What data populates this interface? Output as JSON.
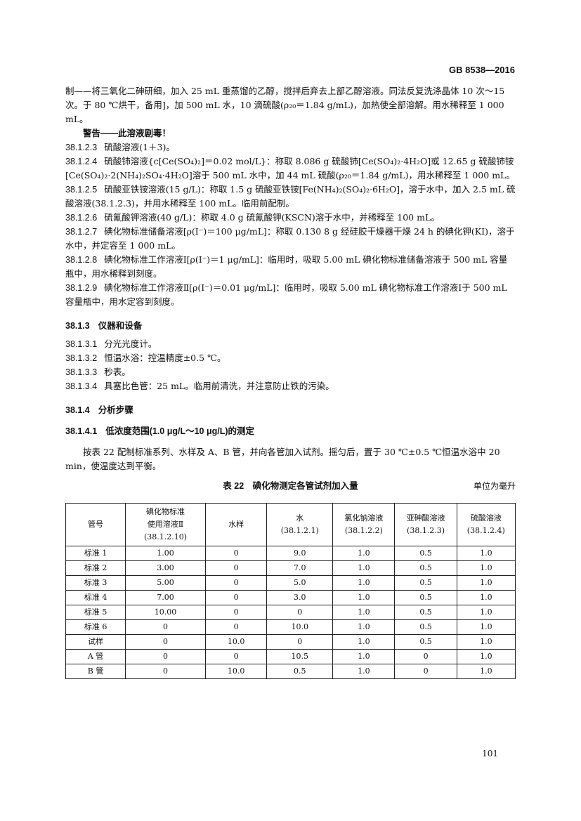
{
  "header": {
    "code": "GB 8538—2016"
  },
  "body": {
    "para_cont": "制——将三氧化二砷研细，加入 25 mL 重蒸馏的乙醇，搅拌后弃去上部乙醇溶液。同法反复洗涤晶体 10 次～15 次。于 80 ℃烘干，备用]，加 500 mL 水，10 滴硫酸(ρ₂₀＝1.84 g/mL)，加热使全部溶解。用水稀释至 1 000 mL。",
    "warning": "警告——此溶液剧毒！",
    "reagents": [
      {
        "num": "38.1.2.3",
        "text": "硫酸溶液(1＋3)。"
      },
      {
        "num": "38.1.2.4",
        "text": "硫酸铈溶液{c[Ce(SO₄)₂]＝0.02 mol/L}：称取 8.086 g 硫酸铈[Ce(SO₄)₂·4H₂O]或 12.65 g 硫酸铈铵[Ce(SO₄)₂·2(NH₄)₂SO₄·4H₂O]溶于 500 mL 水中，加 44 mL 硫酸(ρ₂₀＝1.84 g/mL)，用水稀释至 1 000 mL。"
      },
      {
        "num": "38.1.2.5",
        "text": "硫酸亚铁铵溶液(15 g/L)：称取 1.5 g 硫酸亚铁铵[Fe(NH₄)₂(SO₄)₂·6H₂O]，溶于水中，加入 2.5 mL 硫酸溶液(38.1.2.3)，并用水稀释至 100 mL。临用前配制。"
      },
      {
        "num": "38.1.2.6",
        "text": "硫氰酸钾溶液(40 g/L)：称取 4.0 g 硫氰酸钾(KSCN)溶于水中，并稀释至 100 mL。"
      },
      {
        "num": "38.1.2.7",
        "text": "碘化物标准储备溶液[ρ(I⁻)＝100 μg/mL]：称取 0.130 8 g 经硅胶干燥器干燥 24 h 的碘化钾(KI)，溶于水中，并定容至 1 000 mL。"
      },
      {
        "num": "38.1.2.8",
        "text": "碘化物标准工作溶液Ⅰ[ρ(I⁻)＝1 μg/mL]：临用时，吸取 5.00 mL 碘化物标准储备溶液于 500 mL 容量瓶中，用水稀释到刻度。"
      },
      {
        "num": "38.1.2.9",
        "text": "碘化物标准工作溶液Ⅱ[ρ(I⁻)＝0.01 μg/mL]：临用时，吸取 5.00 mL 碘化物标准工作溶液Ⅰ于 500 mL 容量瓶中，用水定容到刻度。"
      }
    ],
    "sec_instruments": {
      "num": "38.1.3",
      "title": "仪器和设备"
    },
    "instruments": [
      {
        "num": "38.1.3.1",
        "text": "分光光度计。"
      },
      {
        "num": "38.1.3.2",
        "text": "恒温水浴：控温精度±0.5 ℃。"
      },
      {
        "num": "38.1.3.3",
        "text": "秒表。"
      },
      {
        "num": "38.1.3.4",
        "text": "具塞比色管：25 mL。临用前清洗，并注意防止铁的污染。"
      }
    ],
    "sec_steps": {
      "num": "38.1.4",
      "title": "分析步骤"
    },
    "sub_low": {
      "num": "38.1.4.1",
      "title": "低浓度范围(1.0 μg/L～10 μg/L)的测定"
    },
    "para_steps": "按表 22 配制标准系列、水样及 A、B 管，并向各管加入试剂。摇匀后，置于 30 ℃±0.5 ℃恒温水浴中 20 min，使温度达到平衡。"
  },
  "table": {
    "caption": "表 22　碘化物测定各管试剂加入量",
    "unit": "单位为毫升",
    "headers": [
      {
        "l1": "管号",
        "l2": "",
        "l3": ""
      },
      {
        "l1": "碘化物标准",
        "l2": "使用溶液Ⅱ",
        "l3": "(38.1.2.10)"
      },
      {
        "l1": "水样",
        "l2": "",
        "l3": ""
      },
      {
        "l1": "水",
        "l2": "(38.1.2.1)",
        "l3": ""
      },
      {
        "l1": "氯化钠溶液",
        "l2": "(38.1.2.2)",
        "l3": ""
      },
      {
        "l1": "亚砷酸溶液",
        "l2": "(38.1.2.3)",
        "l3": ""
      },
      {
        "l1": "硫酸溶液",
        "l2": "(38.1.2.4)",
        "l3": ""
      }
    ],
    "rows": [
      [
        "标准 1",
        "1.00",
        "0",
        "9.0",
        "1.0",
        "0.5",
        "1.0"
      ],
      [
        "标准 2",
        "3.00",
        "0",
        "7.0",
        "1.0",
        "0.5",
        "1.0"
      ],
      [
        "标准 3",
        "5.00",
        "0",
        "5.0",
        "1.0",
        "0.5",
        "1.0"
      ],
      [
        "标准 4",
        "7.00",
        "0",
        "3.0",
        "1.0",
        "0.5",
        "1.0"
      ],
      [
        "标准 5",
        "10.00",
        "0",
        "0",
        "1.0",
        "0.5",
        "1.0"
      ],
      [
        "标准 6",
        "0",
        "0",
        "10.0",
        "1.0",
        "0.5",
        "1.0"
      ],
      [
        "试样",
        "0",
        "10.0",
        "0",
        "1.0",
        "0.5",
        "1.0"
      ],
      [
        "A 管",
        "0",
        "0",
        "10.5",
        "1.0",
        "0",
        "1.0"
      ],
      [
        "B 管",
        "0",
        "10.0",
        "0.5",
        "1.0",
        "0",
        "1.0"
      ]
    ]
  },
  "footer": {
    "page": "101"
  }
}
